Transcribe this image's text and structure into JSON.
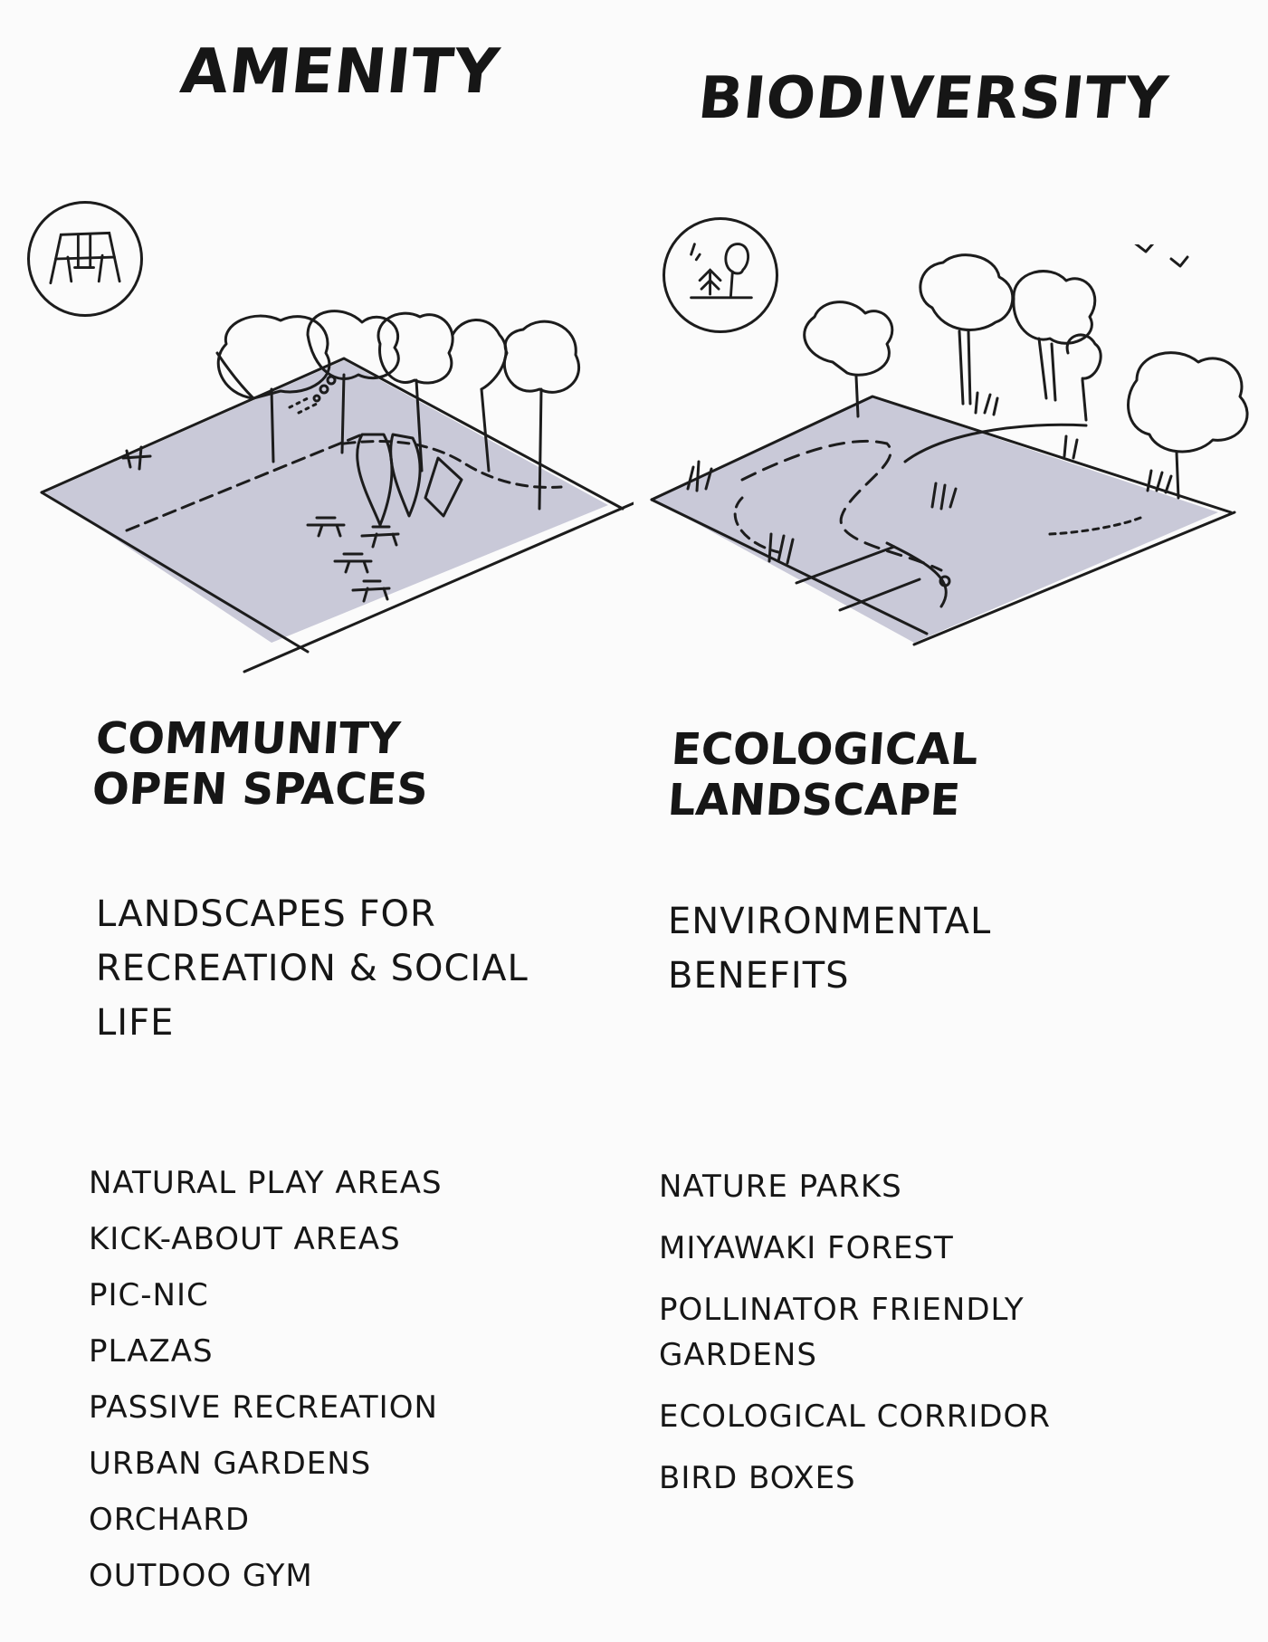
{
  "amenity": {
    "title": "AMENITY",
    "icon": "swing-set-icon",
    "subtitle": "COMMUNITY OPEN SPACES",
    "description": "LANDSCAPES FOR RECREATION & SOCIAL LIFE",
    "items": [
      "NATURAL PLAY AREAS",
      "KICK-ABOUT AREAS",
      "PIC-NIC",
      "PLAZAS",
      "PASSIVE RECREATION",
      "URBAN GARDENS",
      "ORCHARD",
      "OUTDOO GYM"
    ]
  },
  "biodiversity": {
    "title": "BIODIVERSITY",
    "icon": "trees-icon",
    "subtitle": "ECOLOGICAL LANDSCAPE",
    "description": "ENVIRONMENTAL BENEFITS",
    "items": [
      "NATURE PARKS",
      "MIYAWAKI FOREST",
      "POLLINATOR FRIENDLY GARDENS",
      "ECOLOGICAL CORRIDOR",
      "BIRD BOXES"
    ]
  },
  "colors": {
    "ground": "#c9c9d8",
    "ink": "#161616",
    "paper": "#fbfbfb"
  }
}
